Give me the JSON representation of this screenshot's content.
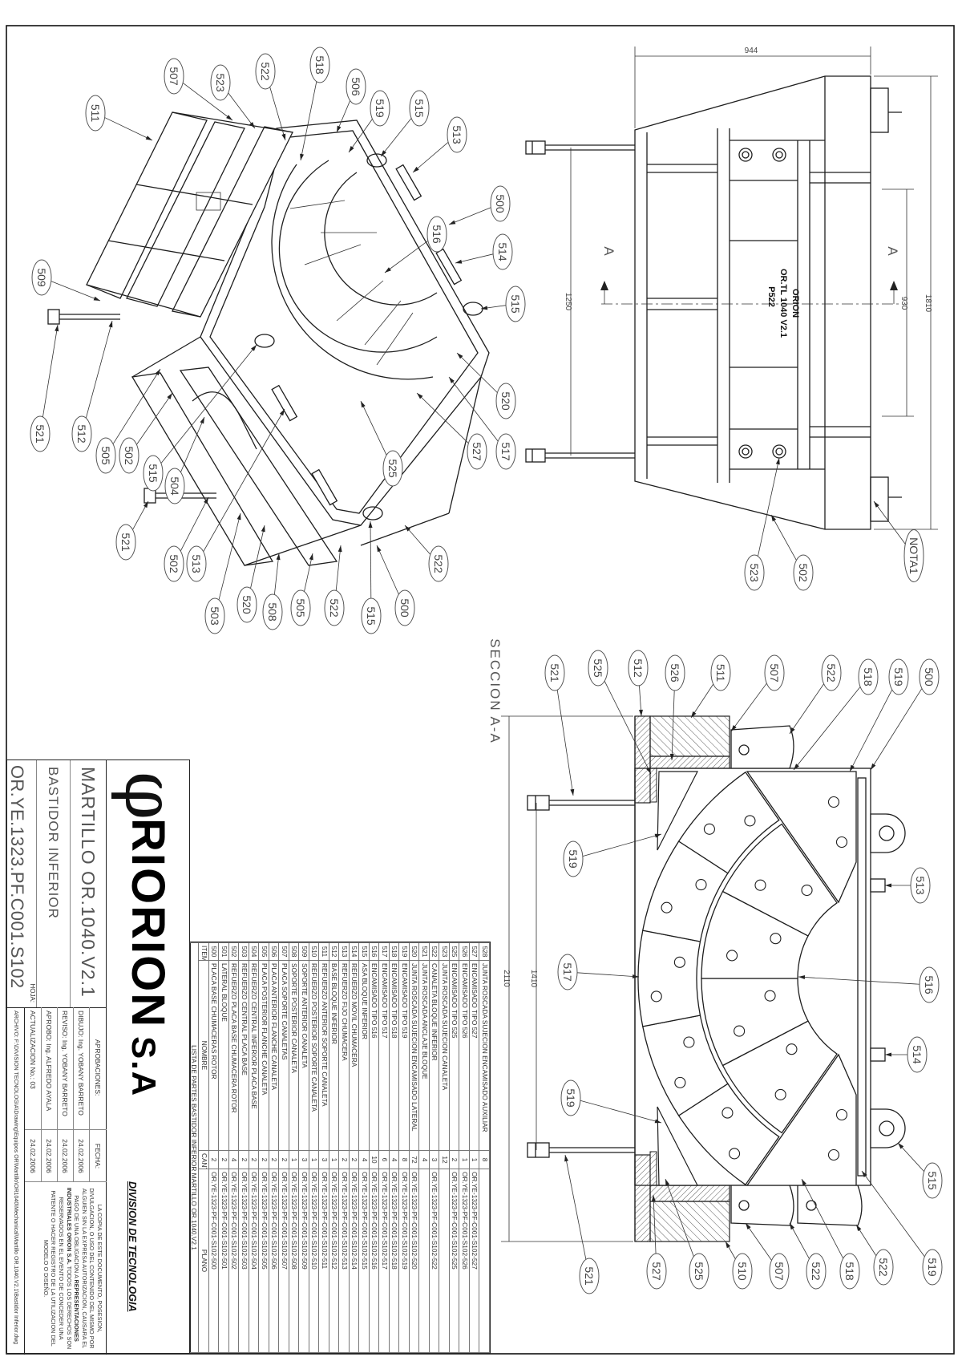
{
  "iso": {
    "balloons": [
      "511",
      "507",
      "523",
      "522",
      "518",
      "506",
      "519",
      "515",
      "513",
      "500",
      "516",
      "514",
      "515",
      "509",
      "520",
      "527",
      "517",
      "525",
      "521",
      "512",
      "505",
      "502",
      "515",
      "504",
      "521",
      "502",
      "513",
      "503",
      "520",
      "508",
      "505",
      "522",
      "515",
      "500",
      "522"
    ]
  },
  "front": {
    "dims": {
      "width": "944",
      "rod_spacing": "1250",
      "inner": "930",
      "overall": "1810"
    },
    "section_marks": [
      "A",
      "A"
    ],
    "plate_text": [
      "ORION",
      "OR.TL 1040 V2.1",
      "P522"
    ],
    "balloons": [
      "523",
      "502",
      "NOTA1"
    ]
  },
  "section": {
    "title": "SECCION A-A",
    "dims": {
      "overall": "2110",
      "rod_spacing": "1410"
    },
    "balloons": [
      "521",
      "525",
      "512",
      "526",
      "511",
      "507",
      "522",
      "518",
      "519",
      "500",
      "519",
      "517",
      "519",
      "513",
      "516",
      "514",
      "515",
      "521",
      "527",
      "525",
      "510",
      "507",
      "522",
      "518",
      "522",
      "519"
    ]
  },
  "parts_list": {
    "title": "LISTA DE PARTES BASTIDOR INFERIOR MARTILLO OR.1040.V2.1",
    "headers": {
      "item": "ITEM",
      "name": "NOMBRE",
      "qty": "CANT",
      "plan": "PLANO"
    },
    "rows": [
      {
        "item": "528",
        "name": "JUNTA ROSCADA SUJECION ENCAMISADO AUXILIAR",
        "qty": "8",
        "plan": ""
      },
      {
        "item": "527",
        "name": "ENCAMISADO TIPO 527",
        "qty": "1",
        "plan": "OR.YE-1323-PF-C001-S102-527"
      },
      {
        "item": "526",
        "name": "ENCAMISADO TIPO 526",
        "qty": "1",
        "plan": "OR.YE-1323-PF-C001-S102-526"
      },
      {
        "item": "525",
        "name": "ENCAMISADO TIPO 525",
        "qty": "2",
        "plan": "OR.YE-1323-PF-C001-S102-525"
      },
      {
        "item": "523",
        "name": "JUNTA ROSCADA SUJECION CANALETA",
        "qty": "12",
        "plan": ""
      },
      {
        "item": "522",
        "name": "CANALETA BLOQUE INFERIOR",
        "qty": "3",
        "plan": "OR.YE-1323-PF-C001-S102-522"
      },
      {
        "item": "521",
        "name": "JUNTA ROSCADA ANCLAJE BLOQUE",
        "qty": "4",
        "plan": ""
      },
      {
        "item": "520",
        "name": "JUNTA ROSCADA SUJECION ENCAMISADO LATERAL",
        "qty": "72",
        "plan": "OR.YE-1323-PF-C001-S102-520"
      },
      {
        "item": "519",
        "name": "ENCAMISADO TIPO 519",
        "qty": "8",
        "plan": "OR.YE-1323-PF-C001-S102-519"
      },
      {
        "item": "518",
        "name": "ENCAMISADO TIPO 518",
        "qty": "4",
        "plan": "OR.YE-1323-PF-C001-S102-518"
      },
      {
        "item": "517",
        "name": "ENCAMISADO TIPO 517",
        "qty": "6",
        "plan": "OR.YE-1323-PF-C001-S102-517"
      },
      {
        "item": "516",
        "name": "ENCAMISADO TIPO 516",
        "qty": "10",
        "plan": "OR.YE-1323-PF-C001-S102-516"
      },
      {
        "item": "515",
        "name": "ASA BLOQUE INFERIOR",
        "qty": "4",
        "plan": "OR.YE-1323-PF-C001-S102-515"
      },
      {
        "item": "514",
        "name": "REFUERZO MOVIL CHUMACERA",
        "qty": "2",
        "plan": "OR.YE-1323-PF-C001-S102-514"
      },
      {
        "item": "513",
        "name": "REFUERZO FIJO CHUMACERA",
        "qty": "2",
        "plan": "OR.YE-1323-PF-C001-S102-513"
      },
      {
        "item": "512",
        "name": "BASE BLOQUE INFERIOR",
        "qty": "1",
        "plan": "OR.YE-1323-PF-C001-S102-512"
      },
      {
        "item": "511",
        "name": "REFUERZO ANTERIOR SOPORTE CANALETA",
        "qty": "3",
        "plan": "OR.YE-1323-PF-C001-S102-511"
      },
      {
        "item": "510",
        "name": "REFUERZO POSTERIOR SOPORTE CANALETA",
        "qty": "1",
        "plan": "OR.YE-1323-PF-C001-S102-510"
      },
      {
        "item": "509",
        "name": "SOPORTE ANTERIOR CANALETA",
        "qty": "3",
        "plan": "OR.YE-1323-PF-C001-S102-509"
      },
      {
        "item": "508",
        "name": "SOPORTE POSTERIOR CANALETA",
        "qty": "1",
        "plan": "OR.YE-1323-PF-C001-S102-508"
      },
      {
        "item": "507",
        "name": "PLACA SOPORTE CANALETAS",
        "qty": "2",
        "plan": "OR.YE-1323-PF-C001-S102-507"
      },
      {
        "item": "506",
        "name": "PLACA ANTERIOR FLANCHE CANALETA",
        "qty": "2",
        "plan": "OR.YE-1323-PF-C001-S102-506"
      },
      {
        "item": "505",
        "name": "PLACA POSTERIOR FLANCHE CANALETA",
        "qty": "2",
        "plan": "OR.YE-1323-PF-C001-S102-505"
      },
      {
        "item": "504",
        "name": "REFUERZO CENTRAL INFERIOR PLACA BASE",
        "qty": "2",
        "plan": "OR.YE-1323-PF-C001-S102-504"
      },
      {
        "item": "503",
        "name": "REFUERZO CENTRAL PLACA BASE",
        "qty": "2",
        "plan": "OR.YE-1323-PF-C001-S102-503"
      },
      {
        "item": "502",
        "name": "REFUERZO PLACA BASE CHUMACERA ROTOR",
        "qty": "4",
        "plan": "OR.YE-1323-PF-C001-S102-502"
      },
      {
        "item": "501",
        "name": "LATERAL BLOQUE",
        "qty": "2",
        "plan": "OR.YE-1323-PF-C001-S102-501"
      },
      {
        "item": "500",
        "name": "PLACA BASE CHUMACERAS ROTOR",
        "qty": "2",
        "plan": "OR.YE-1323-PF-C001-S102-500"
      }
    ]
  },
  "title_block": {
    "company": "RIORION",
    "company_suffix": "S.A",
    "division": "DIVISION DE TECNOLOGIA",
    "equipment": "MARTILLO OR.1040.V2.1",
    "part": "BASTIDOR INFERIOR",
    "sheet_label": "HOJA:",
    "drawing_number": "OR.YE.1323.PF.C001.S102",
    "approvals_header": "APROBACIONES:",
    "date_header": "FECHA:",
    "approvals": [
      {
        "label": "DIBUJO: Ing. YOBANY BARRETO",
        "date": "24.02.2006"
      },
      {
        "label": "REVISO: Ing. YOBANY BARRETO",
        "date": "24.02.2006"
      },
      {
        "label": "APROBO: Ing. ALFREDO AYALA",
        "date": "24.02.2006"
      },
      {
        "label": "ACTUALIZACION No.: 03",
        "date": "24.02.2006"
      }
    ],
    "disclaimer_1": "LA COPIA DE ESTE DOCUMENTO, POSESION, DIVULGACION, O USO DEL CONTENIDO DEL MISMO POR ALGUIEN SIN LA EXPRESA AUTORIZACION, CAUSARA EL PAGO DE UNA OBLIGACION A",
    "disclaimer_bold": "REPRESENTACIONES INDUSTRIALES ORION S.A.",
    "disclaimer_2": "TODOS LOS DERECHOS SON RESERVADOS EN EL EVENTO DE CONCEDER UNA PATENTE O HACER REGISTRO DE LA UTILIZACION DEL MODELO O DISEÑO.",
    "file": "ARCHIVO: F:\\DIVISION TECNOLOGIA\\Drawing\\Equipos OR\\Martillo\\OR1040\\Mechanical\\Martillo OR.1040.V2.1\\Bastidor Inferior.dwg"
  }
}
